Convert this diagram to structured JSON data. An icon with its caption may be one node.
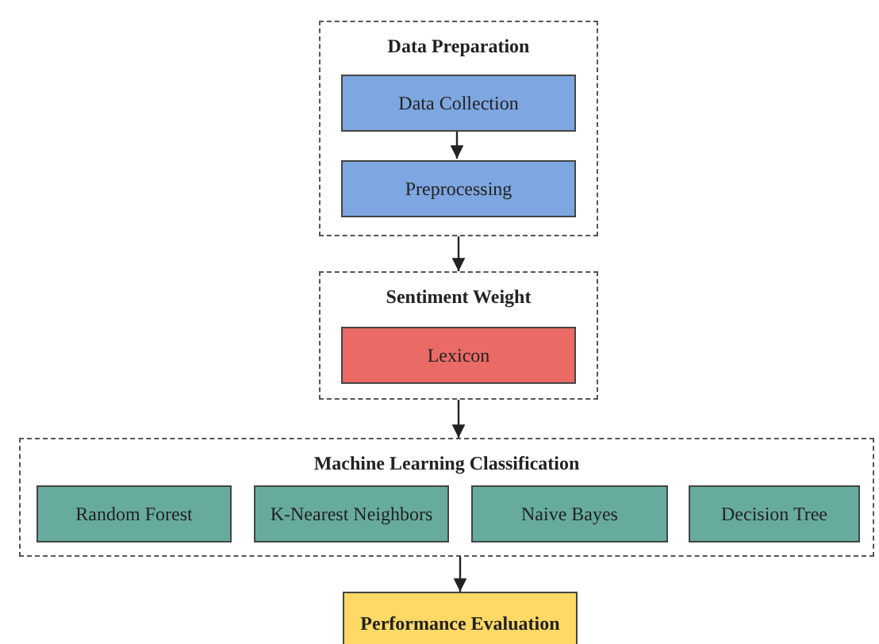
{
  "diagram": {
    "nodes": [
      {
        "text": [
          "Data Preparation"
        ]
      },
      {
        "text": [
          "Data Collection"
        ],
        "in": 0
      },
      {
        "text": [
          "Preprocessing"
        ],
        "in": 0
      },
      {
        "text": [
          "Sentiment Weight"
        ]
      },
      {
        "text": [
          "Lexicon"
        ],
        "in": 3
      },
      {
        "text": [
          "Machine Learning Classification"
        ]
      },
      {
        "text": [
          "Random Forest"
        ],
        "in": 5
      },
      {
        "text": [
          "K-Nearest Neighbors"
        ],
        "in": 5
      },
      {
        "text": [
          "Naive Bayes"
        ],
        "in": 5
      },
      {
        "text": [
          "Decision Tree"
        ],
        "in": 5
      },
      {
        "text": [
          "Performance Evaluation"
        ]
      }
    ],
    "edges": [
      {
        "from": 1,
        "to": 2,
        "arrow": "to"
      },
      {
        "from": 0,
        "to": 3,
        "arrow": "to"
      },
      {
        "from": 3,
        "to": 5,
        "arrow": "to"
      },
      {
        "from": 5,
        "to": 10,
        "arrow": "to"
      }
    ]
  }
}
